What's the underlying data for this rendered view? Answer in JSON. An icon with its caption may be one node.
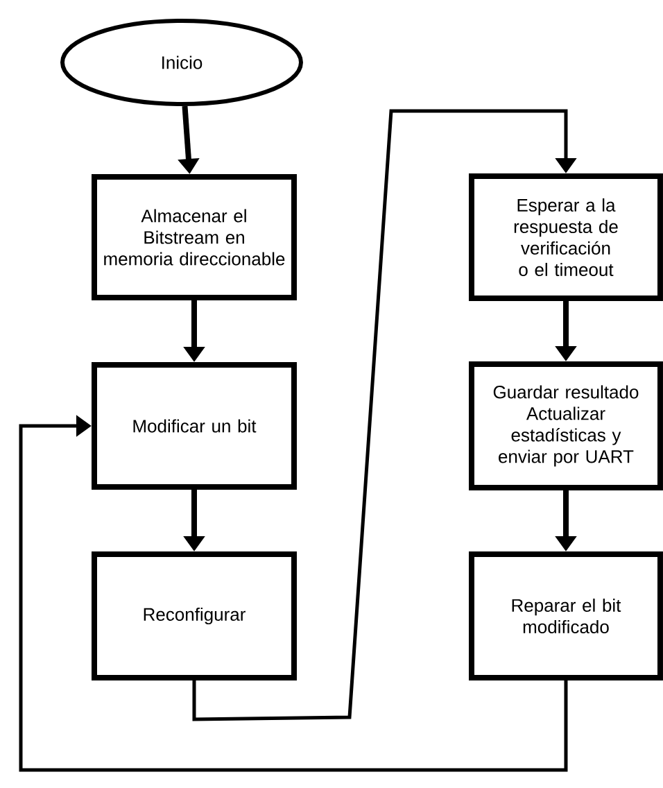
{
  "diagram": {
    "nodes": [
      {
        "text": [
          "Inicio"
        ]
      },
      {
        "text": [
          "Almacenar el Bitstream en memoria direccionable"
        ]
      },
      {
        "text": [
          "Modificar un bit"
        ]
      },
      {
        "text": [
          "Reconfigurar"
        ]
      },
      {
        "text": [
          "Esperar a la respuesta de verificación o el timeout"
        ]
      },
      {
        "text": [
          "Guardar resultado Actualizar estadísticas y enviar por UART"
        ]
      },
      {
        "text": [
          "Reparar el bit modificado"
        ]
      }
    ],
    "edges": [
      {
        "from": 0,
        "to": 1,
        "arrow": "to"
      },
      {
        "from": 1,
        "to": 2,
        "arrow": "to"
      },
      {
        "from": 2,
        "to": 3,
        "arrow": "to"
      },
      {
        "from": 3,
        "to": 4,
        "arrow": "to"
      },
      {
        "from": 4,
        "to": 5,
        "arrow": "to"
      },
      {
        "from": 5,
        "to": 6,
        "arrow": "to"
      },
      {
        "from": 6,
        "to": 2,
        "arrow": "to"
      }
    ]
  }
}
